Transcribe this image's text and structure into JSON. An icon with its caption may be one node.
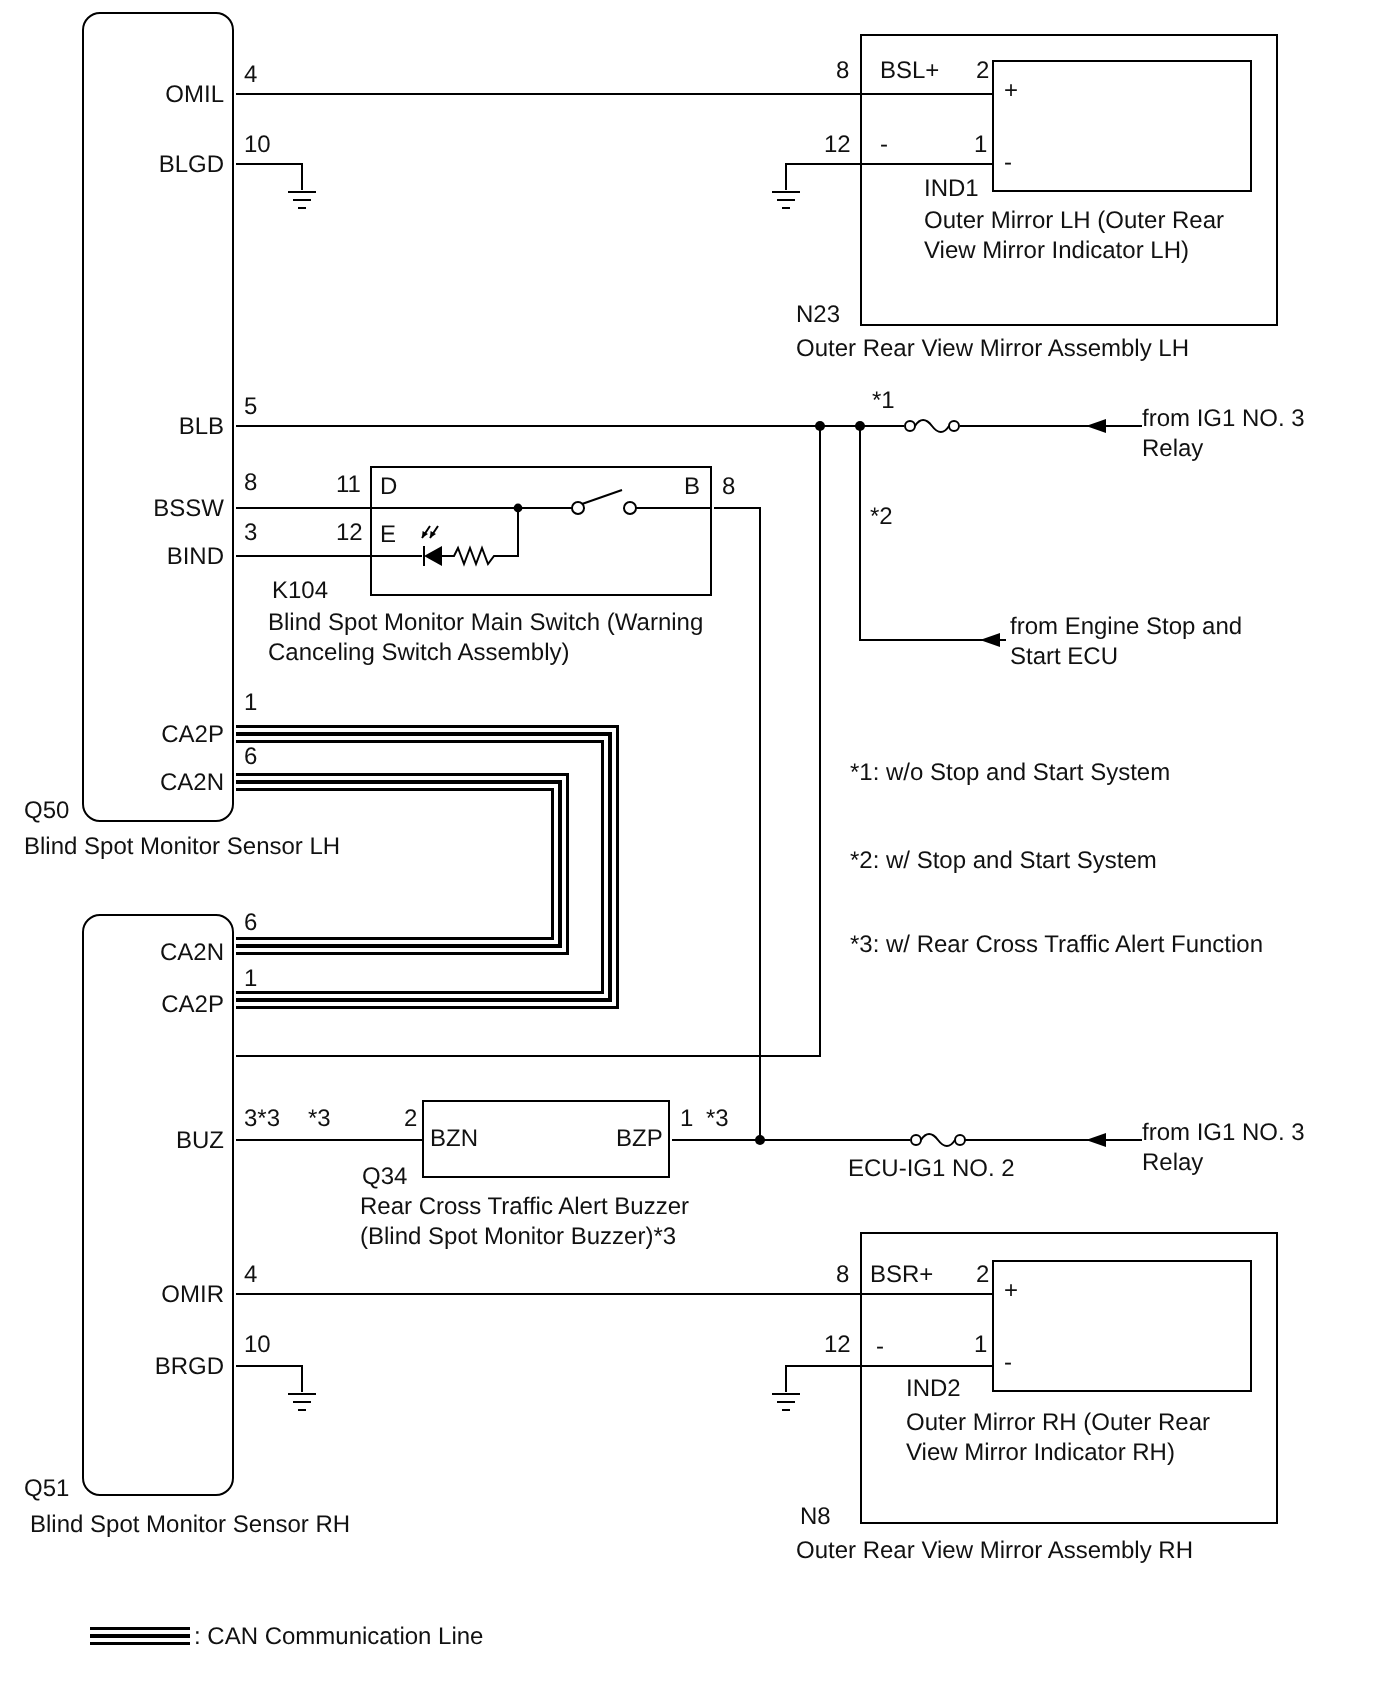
{
  "diagram": {
    "nodes": [
      {
        "text": [
          "Q50",
          "Blind Spot Monitor Sensor LH"
        ]
      },
      {
        "text": [
          "N23",
          "Outer Rear View Mirror Assembly LH"
        ]
      },
      {
        "text": [
          "IND1",
          "Outer Mirror LH (Outer Rear View Mirror Indicator LH)"
        ],
        "in": 1
      },
      {
        "text": [],
        "shape": "ground"
      },
      {
        "text": [],
        "shape": "ground"
      },
      {
        "text": [
          "K104",
          "Blind Spot Monitor Main Switch (Warning Canceling Switch Assembly)"
        ]
      },
      {
        "text": [],
        "shape": "fuse",
        "beside": [
          "*1"
        ]
      },
      {
        "text": [
          "from IG1 NO. 3 Relay"
        ]
      },
      {
        "text": [
          "from Engine Stop and Start ECU"
        ]
      },
      {
        "text": [
          "Q51",
          "Blind Spot Monitor Sensor RH"
        ]
      },
      {
        "text": [
          "Q34",
          "Rear Cross Traffic Alert Buzzer (Blind Spot Monitor Buzzer)*3"
        ]
      },
      {
        "text": [],
        "shape": "fuse",
        "beside": [
          "ECU-IG1 NO. 2"
        ]
      },
      {
        "text": [
          "from IG1 NO. 3 Relay"
        ]
      },
      {
        "text": [
          "N8",
          "Outer Rear View Mirror Assembly RH"
        ]
      },
      {
        "text": [
          "IND2",
          "Outer Mirror RH (Outer Rear View Mirror Indicator RH)"
        ],
        "in": 13
      },
      {
        "text": [],
        "shape": "ground"
      },
      {
        "text": [],
        "shape": "ground"
      }
    ],
    "edges": [
      {
        "from": 0,
        "to": 2,
        "arrow": "none"
      },
      {
        "from": 0,
        "to": 3,
        "arrow": "none"
      },
      {
        "from": 2,
        "to": 4,
        "arrow": "none"
      },
      {
        "from": 0,
        "to": 5,
        "arrow": "none"
      },
      {
        "from": 0,
        "to": 5,
        "arrow": "none"
      },
      {
        "from": 0,
        "to": 6,
        "arrow": "none"
      },
      {
        "from": 7,
        "to": 6,
        "arrow": "to"
      },
      {
        "from": 8,
        "to": 0,
        "arrow": "to",
        "label": "*2"
      },
      {
        "from": 0,
        "to": 9,
        "arrow": "none"
      },
      {
        "from": 0,
        "to": 9,
        "arrow": "none",
        "style": "thick"
      },
      {
        "from": 0,
        "to": 9,
        "arrow": "none",
        "style": "thick"
      },
      {
        "from": 9,
        "to": 10,
        "arrow": "none"
      },
      {
        "from": 5,
        "to": 11,
        "arrow": "none"
      },
      {
        "from": 10,
        "to": 11,
        "arrow": "none"
      },
      {
        "from": 12,
        "to": 11,
        "arrow": "to"
      },
      {
        "from": 9,
        "to": 14,
        "arrow": "none"
      },
      {
        "from": 9,
        "to": 15,
        "arrow": "none"
      },
      {
        "from": 14,
        "to": 16,
        "arrow": "none"
      }
    ],
    "labels": [
      "4",
      "8",
      "BSL+",
      "2",
      "OMIL",
      "+",
      "10",
      "12",
      "-",
      "1",
      "BLGD",
      "-",
      "5",
      "BLB",
      "8",
      "11",
      "D",
      "B",
      "8",
      "BSSW",
      "3",
      "12",
      "E",
      "BIND",
      "1",
      "CA2P",
      "6",
      "CA2N",
      "*1: w/o Stop and Start System",
      "*2: w/ Stop and Start System",
      "*3: w/ Rear Cross Traffic Alert Function",
      "6",
      "CA2N",
      "1",
      "CA2P",
      "3*3",
      "*3",
      "2",
      "1",
      "*3",
      "BUZ",
      "BZN",
      "BZP",
      "4",
      "8",
      "BSR+",
      "2",
      "OMIR",
      "+",
      "10",
      "12",
      "-",
      "1",
      "BRGD",
      "-"
    ],
    "legend": [
      {
        "text": ": CAN Communication Line"
      }
    ]
  }
}
